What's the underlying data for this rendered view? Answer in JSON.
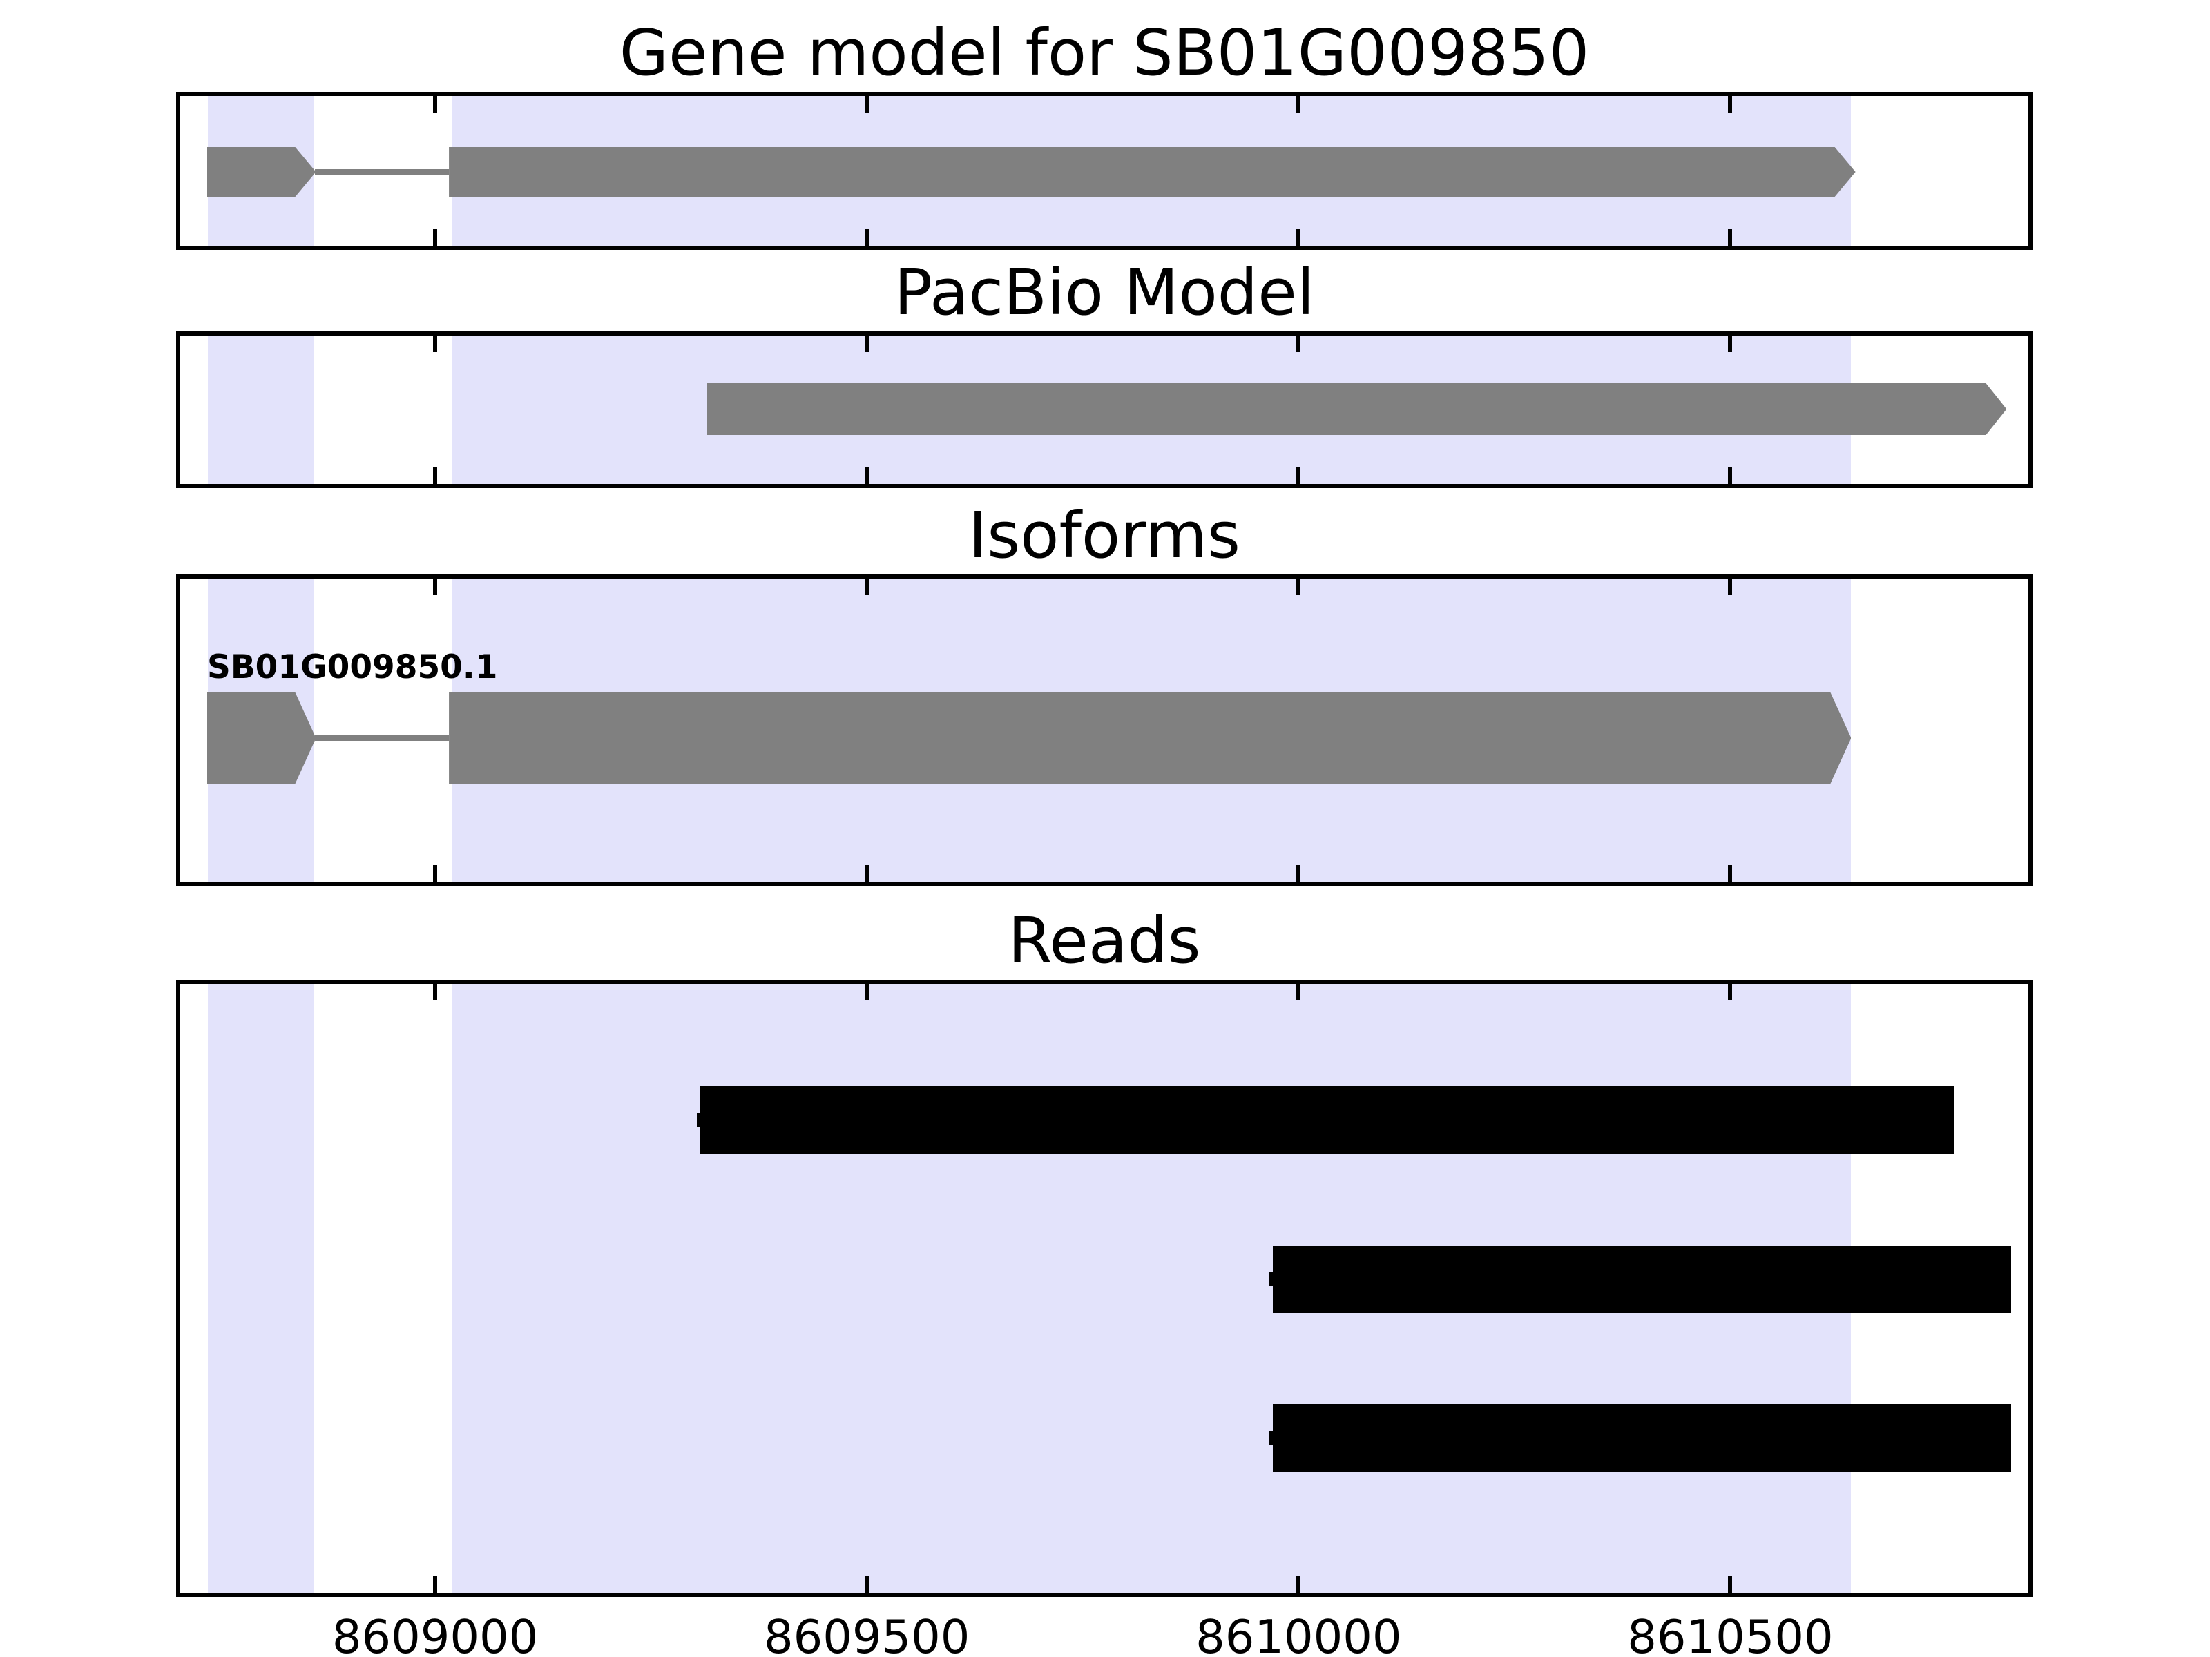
{
  "figure": {
    "background": "#ffffff",
    "border_color": "#000000",
    "feature_color": "#808080",
    "read_color": "#000000",
    "highlight_color": "#e3e3fb"
  },
  "chart_data": {
    "type": "gene-model-tracks",
    "xlim": [
      8608700,
      8610850
    ],
    "xticks": [
      8609000,
      8609500,
      8610000,
      8610500
    ],
    "xtick_labels": [
      "8609000",
      "8609500",
      "8610000",
      "8610500"
    ],
    "grid": false,
    "legend": false,
    "highlight_regions": [
      {
        "start": 8608737,
        "end": 8608860
      },
      {
        "start": 8609019,
        "end": 8610640
      }
    ],
    "panels": [
      {
        "id": "gene-model",
        "title": "Gene model for SB01G009850",
        "type": "transcript",
        "transcripts": [
          {
            "label": "",
            "strand": "+",
            "exons": [
              {
                "start": 8608736,
                "end": 8608862
              },
              {
                "start": 8609016,
                "end": 8610645
              }
            ],
            "introns": [
              {
                "start": 8608862,
                "end": 8609016
              }
            ]
          }
        ]
      },
      {
        "id": "pacbio-model",
        "title": "PacBio Model",
        "type": "transcript",
        "transcripts": [
          {
            "label": "",
            "strand": "+",
            "exons": [
              {
                "start": 8609314,
                "end": 8610820
              }
            ],
            "introns": []
          }
        ]
      },
      {
        "id": "isoforms",
        "title": "Isoforms",
        "type": "transcript",
        "transcripts": [
          {
            "label": "SB01G009850.1",
            "strand": "+",
            "exons": [
              {
                "start": 8608736,
                "end": 8608862
              },
              {
                "start": 8609016,
                "end": 8610640
              }
            ],
            "introns": [
              {
                "start": 8608862,
                "end": 8609016
              }
            ]
          }
        ]
      },
      {
        "id": "reads",
        "title": "Reads",
        "type": "reads",
        "ylim": [
          0,
          4
        ],
        "reads": [
          {
            "start": 8609307,
            "end": 8610760,
            "row": 3
          },
          {
            "start": 8609970,
            "end": 8610825,
            "row": 2
          },
          {
            "start": 8609970,
            "end": 8610825,
            "row": 1
          }
        ]
      }
    ]
  }
}
